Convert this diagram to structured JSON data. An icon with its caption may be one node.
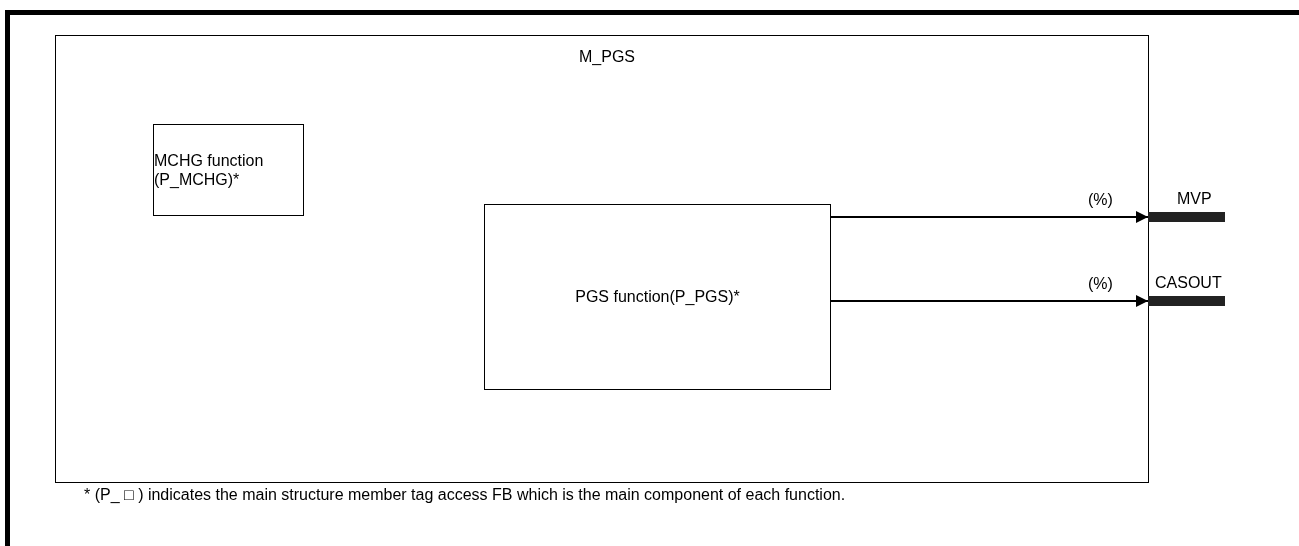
{
  "diagram": {
    "nodes": [
      {
        "text": [
          "M_PGS"
        ]
      },
      {
        "text": [
          "MCHG function (P_MCHG)*"
        ],
        "in": 0
      },
      {
        "text": [
          "PGS function(P_PGS)*"
        ],
        "in": 0
      },
      {
        "text": [
          "MVP"
        ]
      },
      {
        "text": [
          "CASOUT"
        ]
      }
    ],
    "edges": [
      {
        "from": 2,
        "to": 3,
        "arrow": "to",
        "label": "(%)"
      },
      {
        "from": 2,
        "to": 4,
        "arrow": "to",
        "label": "(%)"
      }
    ],
    "labels": [
      "* (P_ □ ) indicates the main structure member tag access FB which is the main component of each function."
    ]
  }
}
